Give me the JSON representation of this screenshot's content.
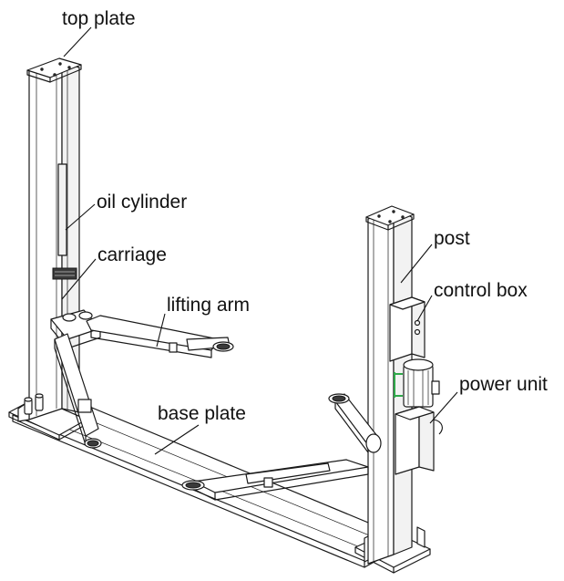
{
  "labels": {
    "top_plate": "top plate",
    "oil_cylinder": "oil cylinder",
    "carriage": "carriage",
    "lifting_arm": "lifting arm",
    "base_plate": "base plate",
    "post": "post",
    "control_box": "control box",
    "power_unit": "power unit"
  }
}
